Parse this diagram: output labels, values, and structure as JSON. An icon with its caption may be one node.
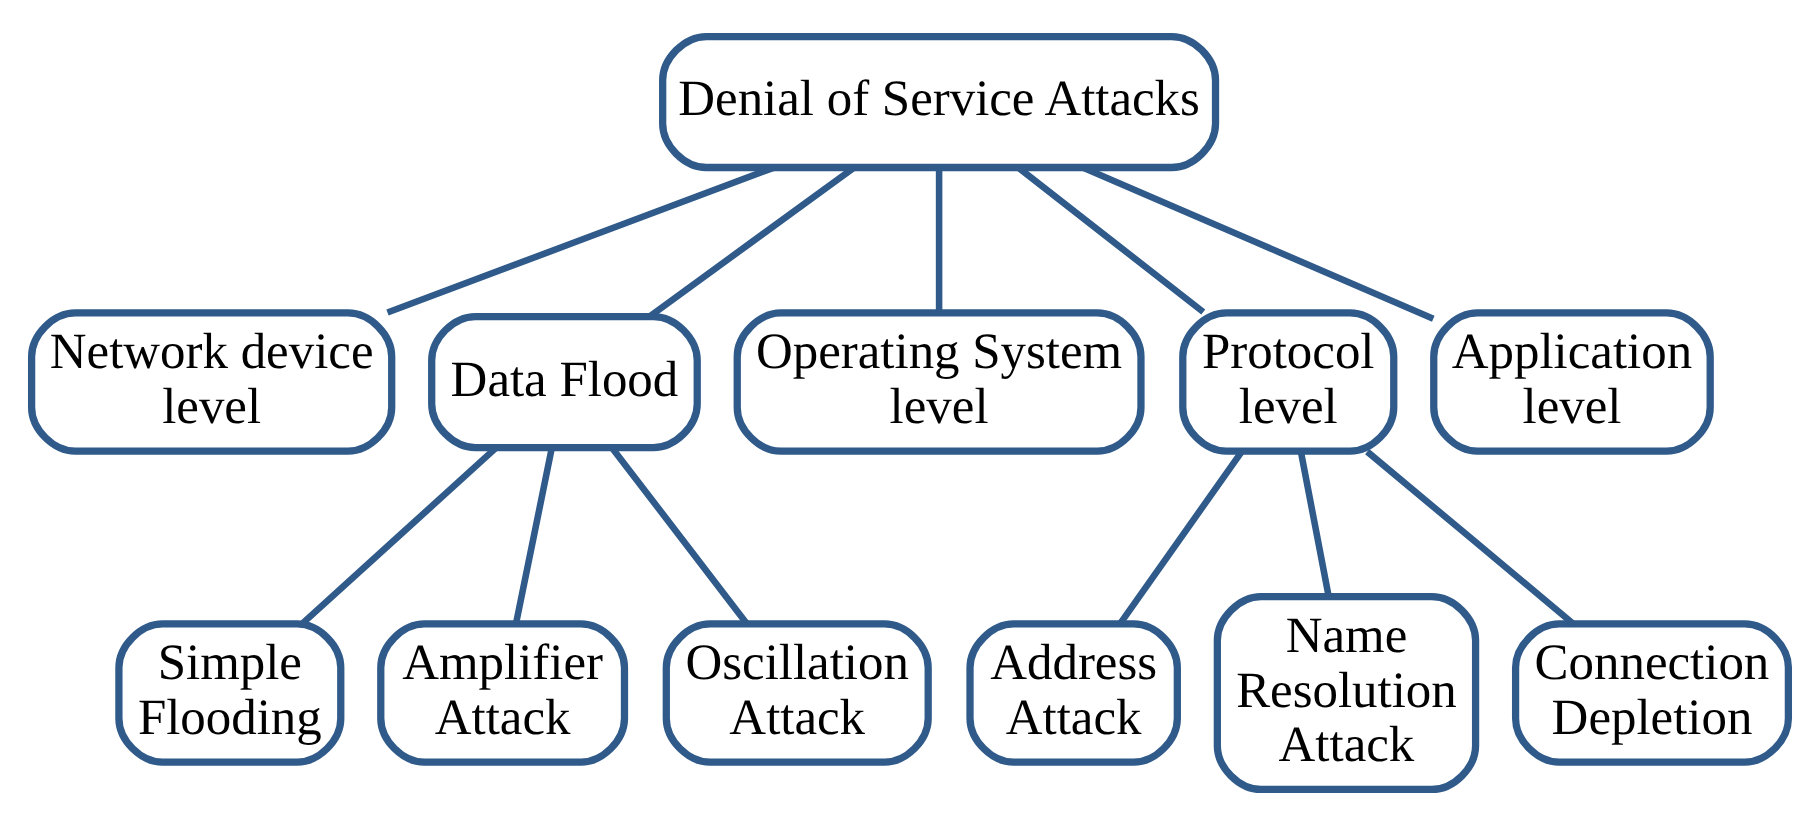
{
  "diagram": {
    "nodes": [
      {
        "text": [
          "Denial of Service Attacks"
        ]
      },
      {
        "text": [
          "Network device level"
        ]
      },
      {
        "text": [
          "Data Flood"
        ]
      },
      {
        "text": [
          "Operating System level"
        ]
      },
      {
        "text": [
          "Protocol level"
        ]
      },
      {
        "text": [
          "Application level"
        ]
      },
      {
        "text": [
          "Simple Flooding"
        ]
      },
      {
        "text": [
          "Amplifier Attack"
        ]
      },
      {
        "text": [
          "Oscillation Attack"
        ]
      },
      {
        "text": [
          "Address Attack"
        ]
      },
      {
        "text": [
          "Name Resolution Attack"
        ]
      },
      {
        "text": [
          "Connection Depletion"
        ]
      }
    ],
    "edges": [
      {
        "from": 0,
        "to": 1,
        "arrow": "none"
      },
      {
        "from": 0,
        "to": 2,
        "arrow": "none"
      },
      {
        "from": 0,
        "to": 3,
        "arrow": "none"
      },
      {
        "from": 0,
        "to": 4,
        "arrow": "none"
      },
      {
        "from": 0,
        "to": 5,
        "arrow": "none"
      },
      {
        "from": 2,
        "to": 6,
        "arrow": "none"
      },
      {
        "from": 2,
        "to": 7,
        "arrow": "none"
      },
      {
        "from": 2,
        "to": 8,
        "arrow": "none"
      },
      {
        "from": 4,
        "to": 9,
        "arrow": "none"
      },
      {
        "from": 4,
        "to": 10,
        "arrow": "none"
      },
      {
        "from": 4,
        "to": 11,
        "arrow": "none"
      }
    ]
  }
}
